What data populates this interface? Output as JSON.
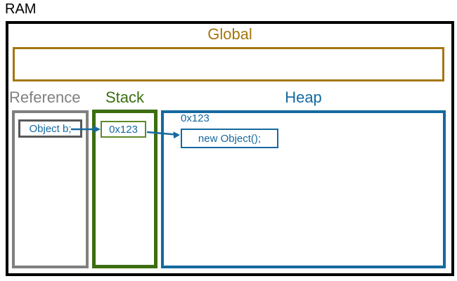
{
  "colors": {
    "outer": "#000000",
    "global": "#a5760d",
    "reference": "#808080",
    "reference-inner": "#595959",
    "stack": "#3c6e11",
    "stack-inner": "#5e8a28",
    "heap": "#1569a0",
    "arrow": "#1569a0"
  },
  "ram": {
    "label": "RAM"
  },
  "global": {
    "label": "Global"
  },
  "reference": {
    "label": "Reference",
    "variable": "Object b;"
  },
  "stack": {
    "label": "Stack",
    "value": "0x123"
  },
  "heap": {
    "label": "Heap",
    "address": "0x123",
    "object": "new Object();"
  }
}
